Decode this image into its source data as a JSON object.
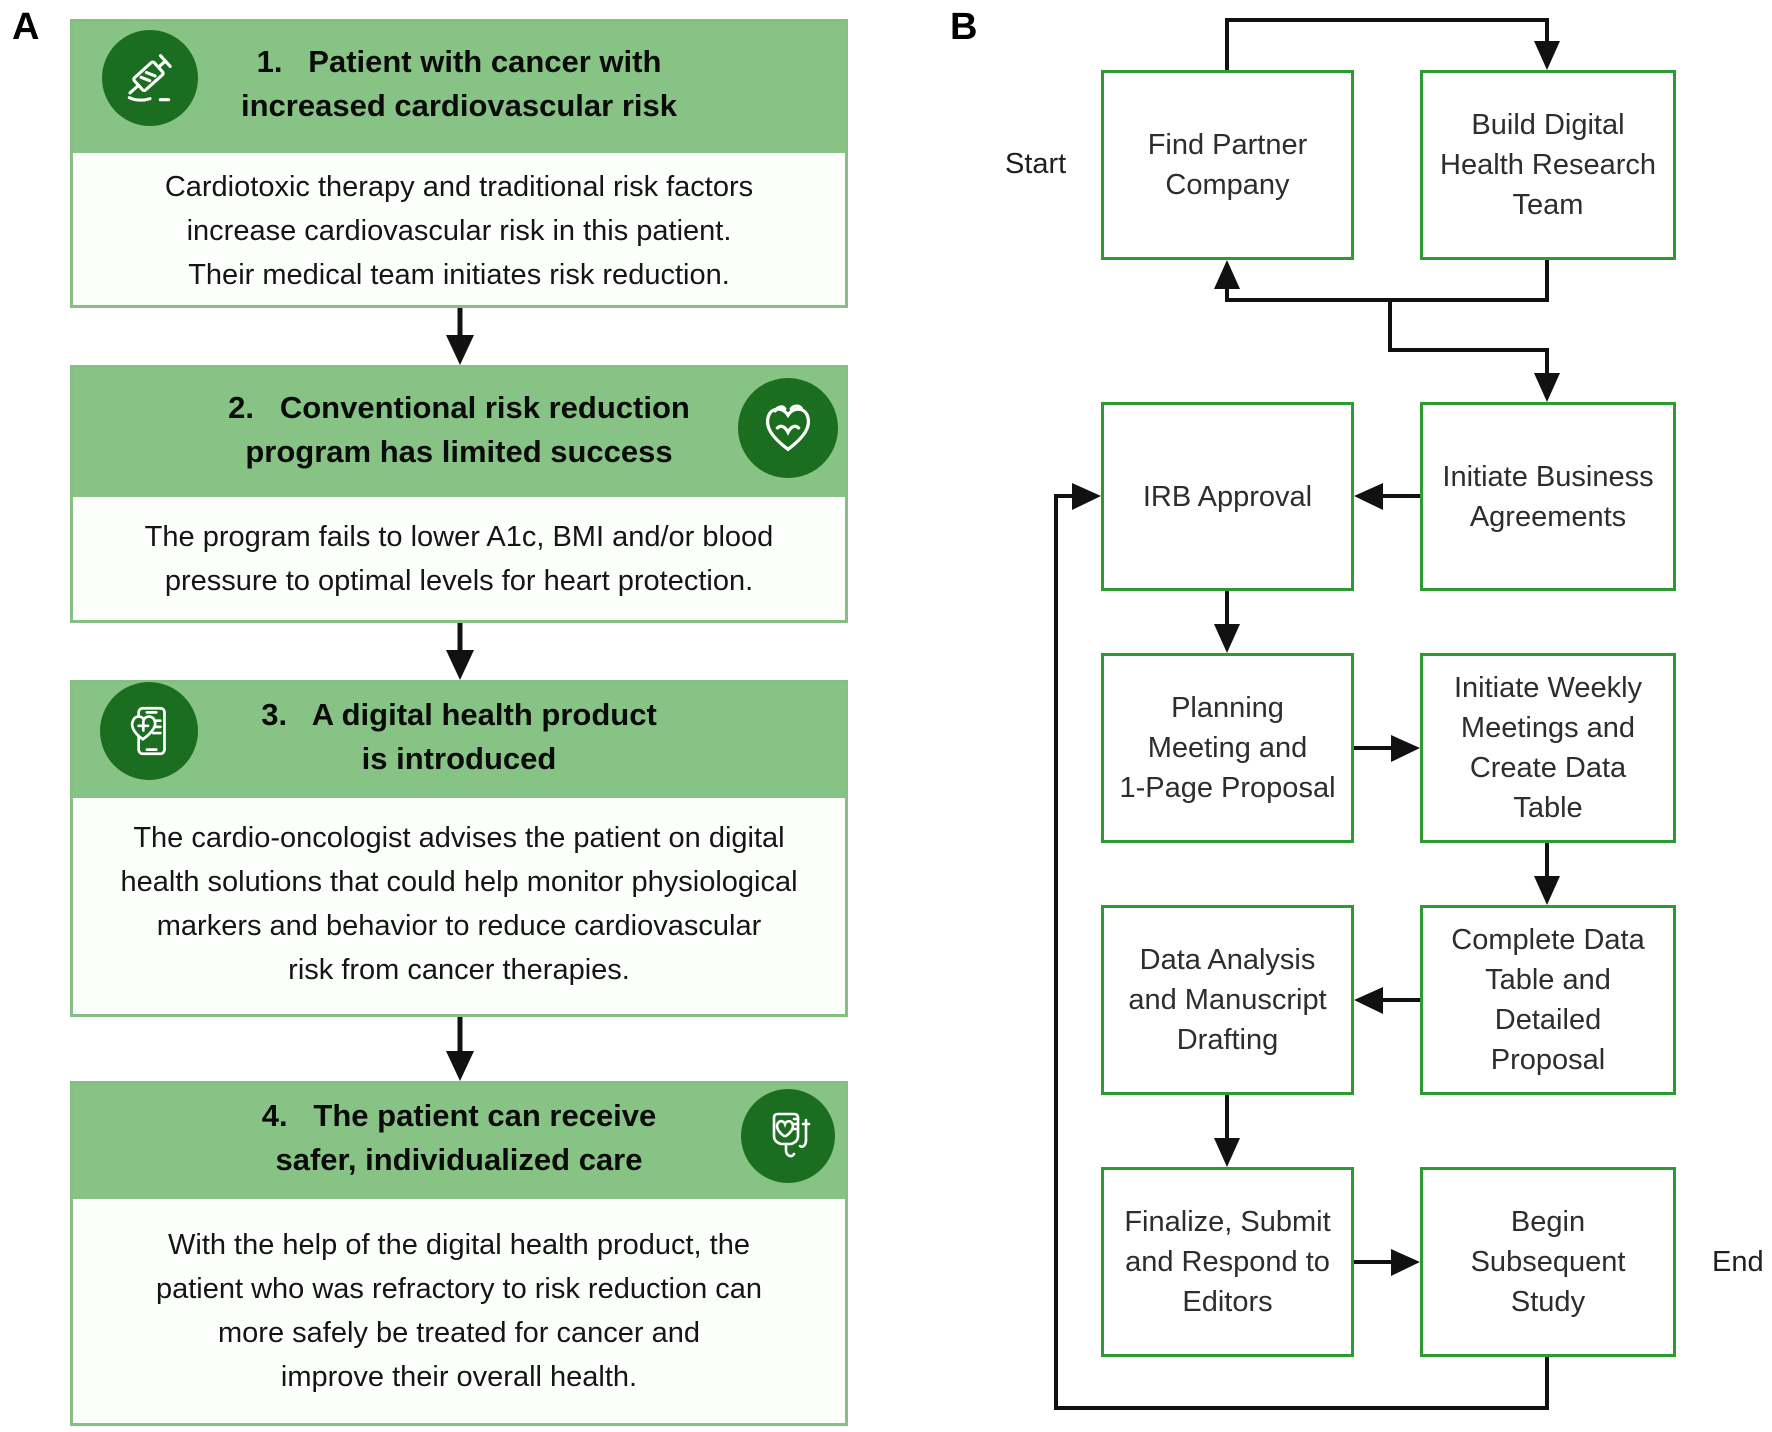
{
  "panel_a": {
    "label": "A",
    "steps": [
      {
        "icon": "syringe-icon",
        "icon_side": "left",
        "title_lines": [
          "1.   Patient with cancer with",
          "increased cardiovascular risk"
        ],
        "body_lines": [
          "Cardiotoxic therapy and traditional risk factors",
          "increase cardiovascular risk in this patient.",
          "Their medical team initiates risk reduction."
        ]
      },
      {
        "icon": "heart-icon",
        "icon_side": "right",
        "title_lines": [
          "2.   Conventional risk reduction",
          "program has limited success"
        ],
        "body_lines": [
          "The program fails to lower A1c, BMI and/or blood",
          "pressure to optimal levels for heart protection."
        ]
      },
      {
        "icon": "health-app-phone-icon",
        "icon_side": "left",
        "title_lines": [
          "3.   A digital health product",
          "is introduced"
        ],
        "body_lines": [
          "The cardio-oncologist advises the patient on digital",
          "health solutions that could help monitor physiological",
          "markers and behavior to reduce cardiovascular",
          "risk from cancer therapies."
        ]
      },
      {
        "icon": "iv-bag-heart-icon",
        "icon_side": "right",
        "title_lines": [
          "4.   The patient can receive",
          "safer, individualized care"
        ],
        "body_lines": [
          "With the help of the digital health product, the",
          "patient who was refractory to risk reduction can",
          "more safely be treated for cancer and",
          "improve their overall health."
        ]
      }
    ]
  },
  "panel_b": {
    "label": "B",
    "start_label": "Start",
    "end_label": "End",
    "boxes": [
      {
        "id": "find-partner-company",
        "label_lines": [
          "Find Partner",
          "Company"
        ]
      },
      {
        "id": "build-digital-health-research-team",
        "label_lines": [
          "Build Digital",
          "Health Research",
          "Team"
        ]
      },
      {
        "id": "irb-approval",
        "label_lines": [
          "IRB Approval"
        ]
      },
      {
        "id": "initiate-business-agreements",
        "label_lines": [
          "Initiate Business",
          "Agreements"
        ]
      },
      {
        "id": "planning-meeting-and-1-page-proposal",
        "label_lines": [
          "Planning",
          "Meeting and",
          "1-Page Proposal"
        ]
      },
      {
        "id": "initiate-weekly-meetings-and-create-data-table",
        "label_lines": [
          "Initiate Weekly",
          "Meetings and",
          "Create Data",
          "Table"
        ]
      },
      {
        "id": "data-analysis-and-manuscript-drafting",
        "label_lines": [
          "Data Analysis",
          "and Manuscript",
          "Drafting"
        ]
      },
      {
        "id": "complete-data-table-and-detailed-proposal",
        "label_lines": [
          "Complete Data",
          "Table and",
          "Detailed",
          "Proposal"
        ]
      },
      {
        "id": "finalize-submit-and-respond-to-editors",
        "label_lines": [
          "Finalize, Submit",
          "and Respond to",
          "Editors"
        ]
      },
      {
        "id": "begin-subsequent-study",
        "label_lines": [
          "Begin",
          "Subsequent",
          "Study"
        ]
      }
    ]
  },
  "colors": {
    "header_band_green": "#87c384",
    "icon_circle_green": "#1b6e20",
    "flowbox_border_green": "#2e9b32",
    "step_border_green": "#86bf84",
    "connector_black": "#111111"
  }
}
